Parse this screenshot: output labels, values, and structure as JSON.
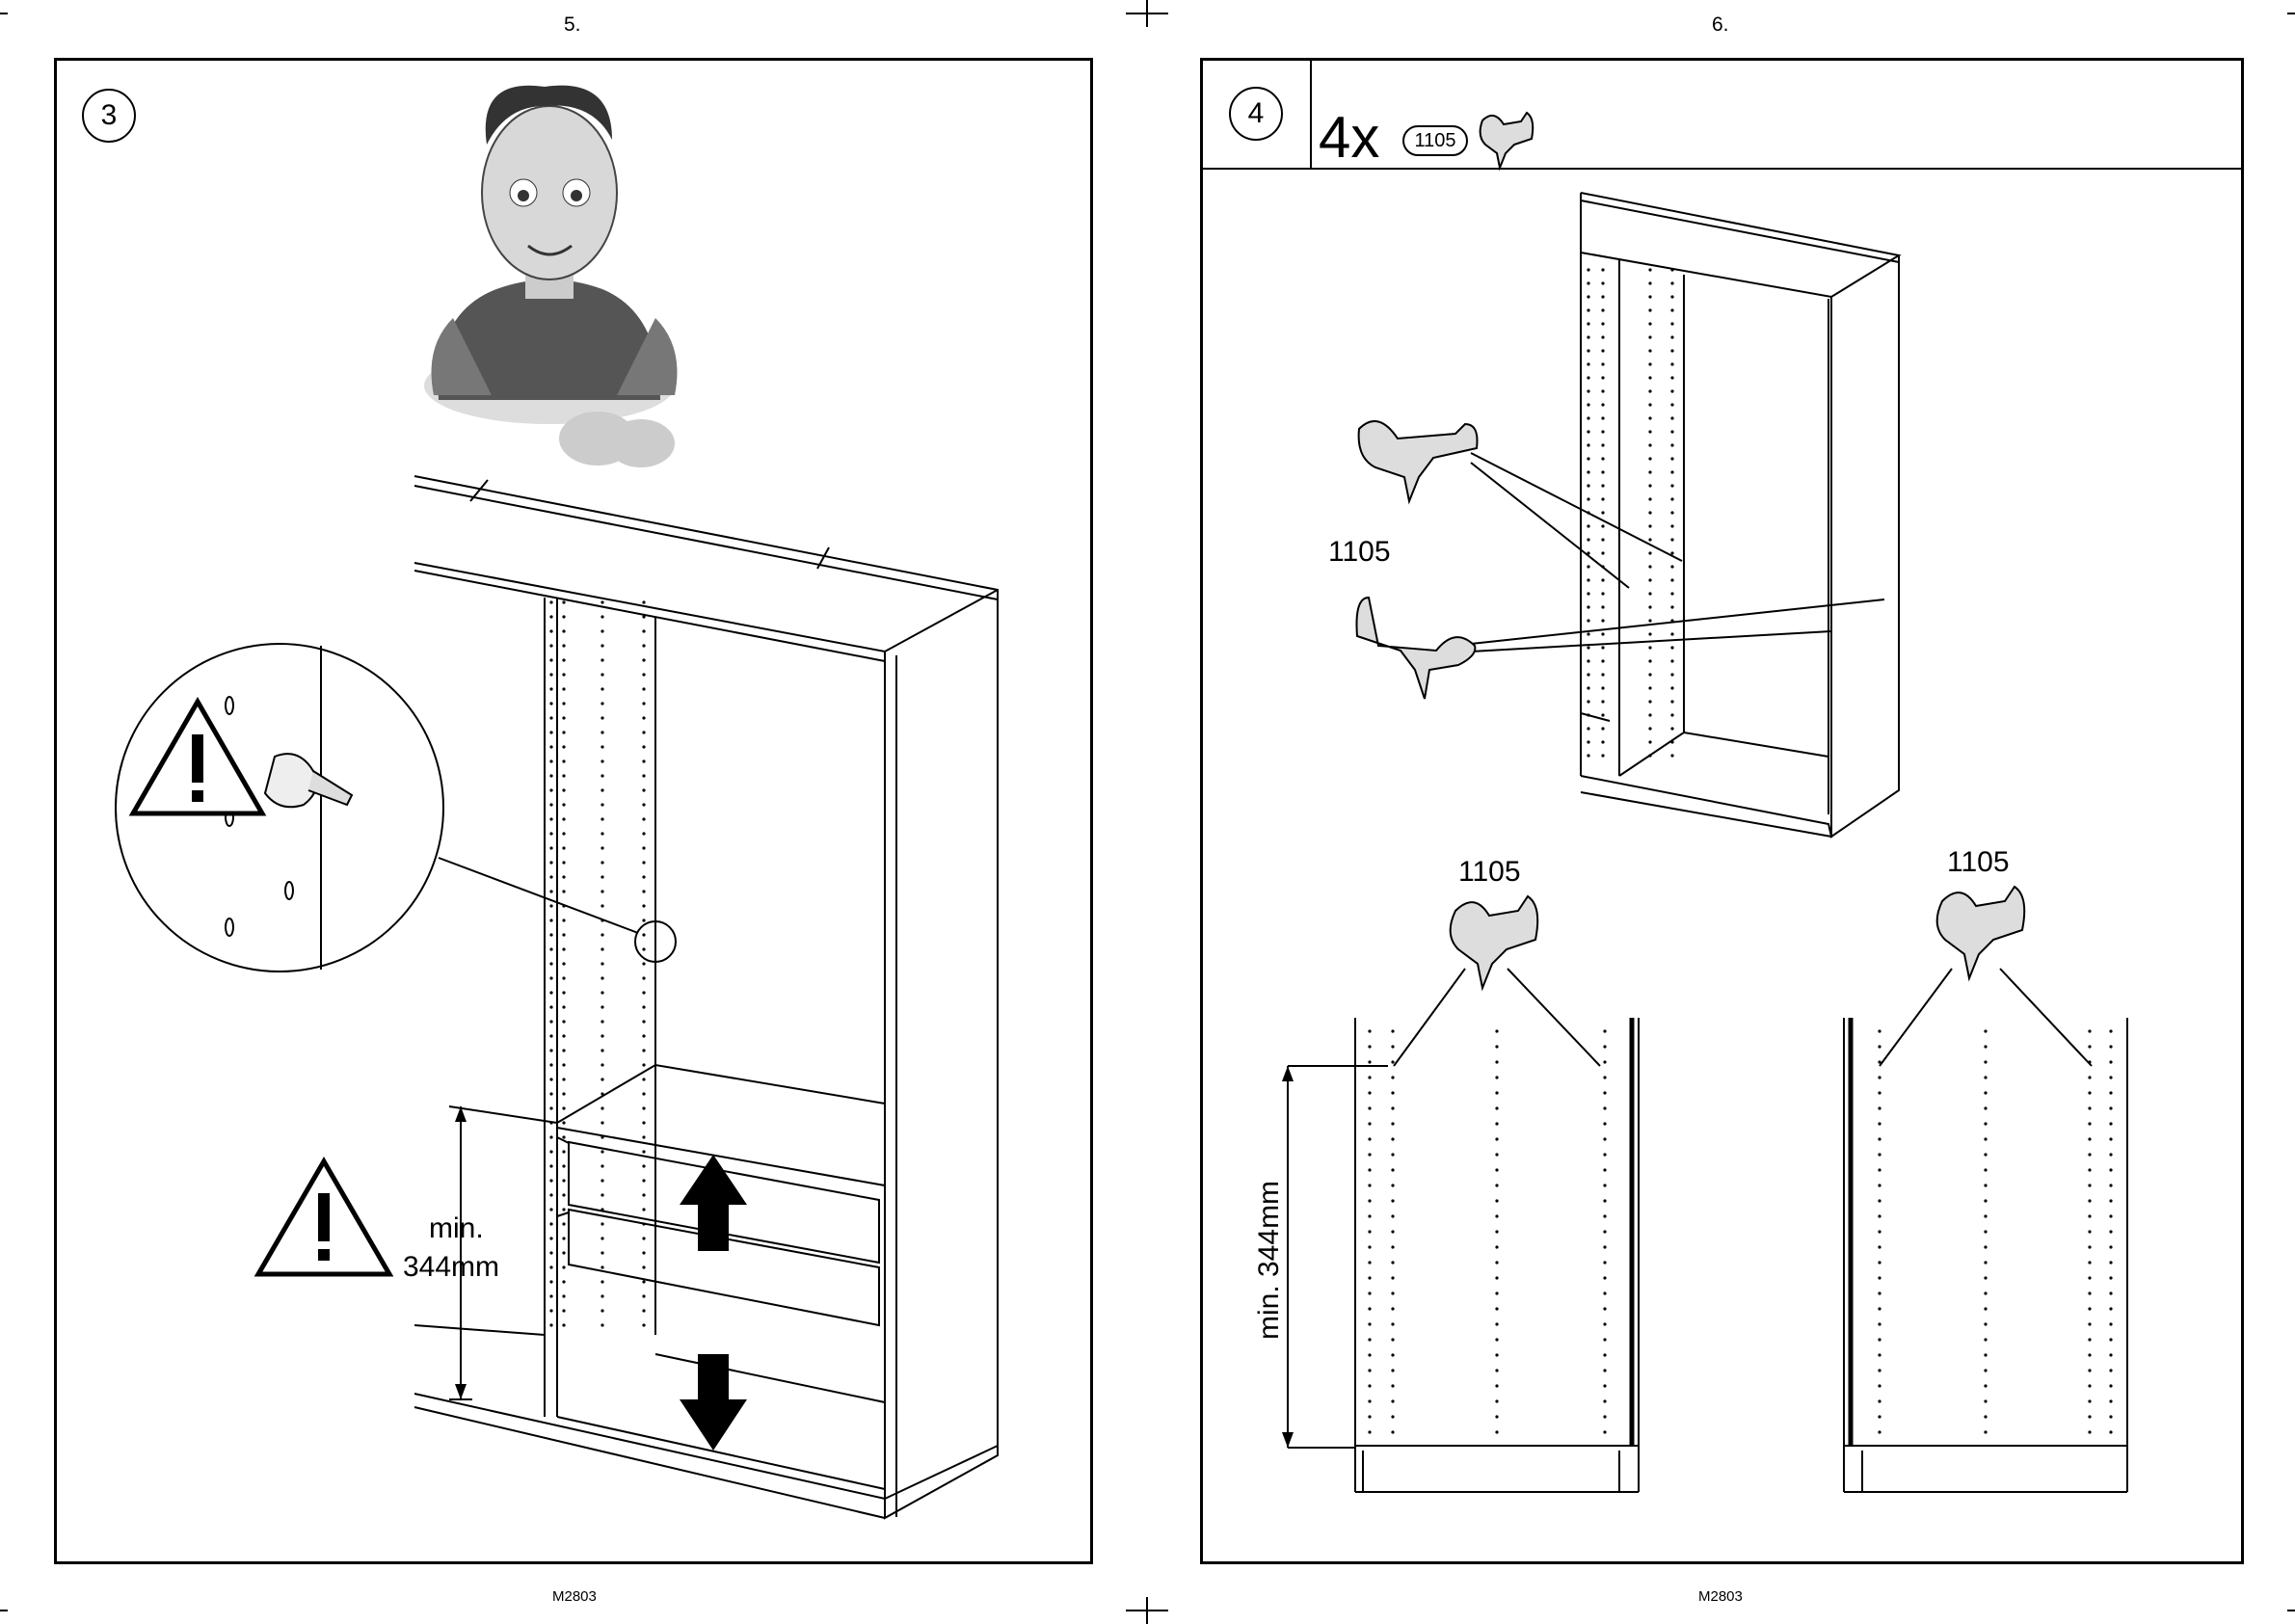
{
  "pages": [
    {
      "page_number": "5.",
      "footer": "M2803",
      "step": "3",
      "warning_label_line1": "min.",
      "warning_label_line2": "344mm"
    },
    {
      "page_number": "6.",
      "footer": "M2803",
      "step": "4",
      "quantity": "4x",
      "part_badge": "1105",
      "part_label_top": "1105",
      "part_label_left": "1105",
      "part_label_right": "1105",
      "dimension_label": "min. 344mm"
    }
  ],
  "icons": [
    "warning-triangle-icon",
    "shelf-support-pin-icon",
    "arrow-up-icon",
    "arrow-down-icon",
    "character-illustration"
  ]
}
